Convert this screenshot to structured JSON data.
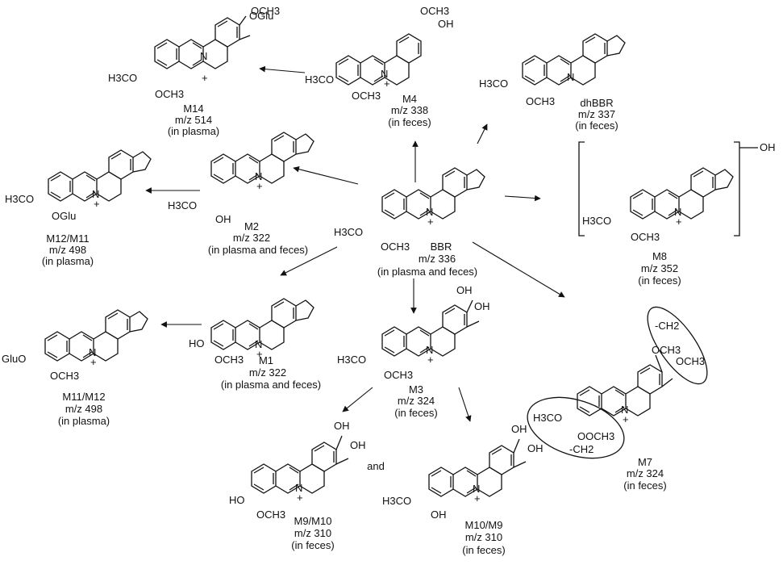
{
  "colors": {
    "ink": "#111111",
    "background": "#ffffff"
  },
  "center": {
    "name": "BBR",
    "mz": "m/z 336",
    "where": "(in plasma and feces)"
  },
  "metabolites": {
    "m14": {
      "name": "M14",
      "mz": "m/z 514",
      "where": "(in plasma)"
    },
    "m4": {
      "name": "M4",
      "mz": "m/z 338",
      "where": "(in feces)"
    },
    "dhbbr": {
      "name": "dhBBR",
      "mz": "m/z 337",
      "where": "(in feces)"
    },
    "m12": {
      "name": "M12/M11",
      "mz": "m/z 498",
      "where": "(in plasma)"
    },
    "m2": {
      "name": "M2",
      "mz": "m/z 322",
      "where": "(in plasma and feces)"
    },
    "m8": {
      "name": "M8",
      "mz": "m/z 352",
      "where": "(in feces)"
    },
    "m11": {
      "name": "M11/M12",
      "mz": "m/z 498",
      "where": "(in plasma)"
    },
    "m1": {
      "name": "M1",
      "mz": "m/z 322",
      "where": "(in plasma and feces)"
    },
    "m3": {
      "name": "M3",
      "mz": "m/z 324",
      "where": "(in feces)"
    },
    "m7": {
      "name": "M7",
      "mz": "m/z 324",
      "where": "(in feces)"
    },
    "m9": {
      "name": "M9/M10",
      "mz": "m/z 310",
      "where": "(in feces)"
    },
    "m10": {
      "name": "M10/M9",
      "mz": "m/z 310",
      "where": "(in feces)"
    }
  },
  "connector": "and",
  "groups": {
    "och3": "OCH3",
    "h3co": "H3CO",
    "oh": "OH",
    "ho": "HO",
    "oglu": "OGlu",
    "gluo": "GluO",
    "ooch3": "OOCH3",
    "ch2": "-CH2",
    "plus": "+",
    "n": "N"
  }
}
